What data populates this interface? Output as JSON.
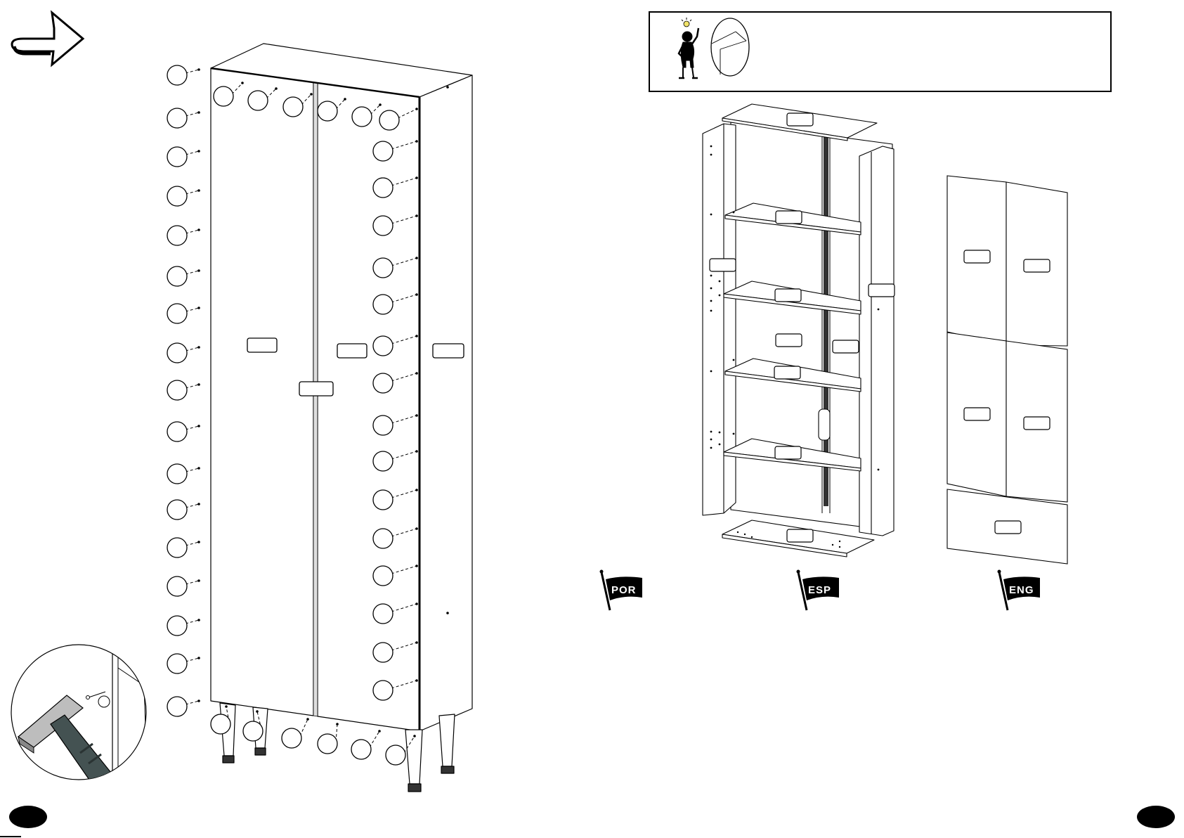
{
  "diagram": {
    "nail_callouts": 46,
    "languages": [
      "POR",
      "ESP",
      "ENG"
    ],
    "icons": [
      "next-step-arrow-icon",
      "hammer-icon",
      "tip-person-icon",
      "lightbulb-icon",
      "page-number-icon"
    ]
  }
}
